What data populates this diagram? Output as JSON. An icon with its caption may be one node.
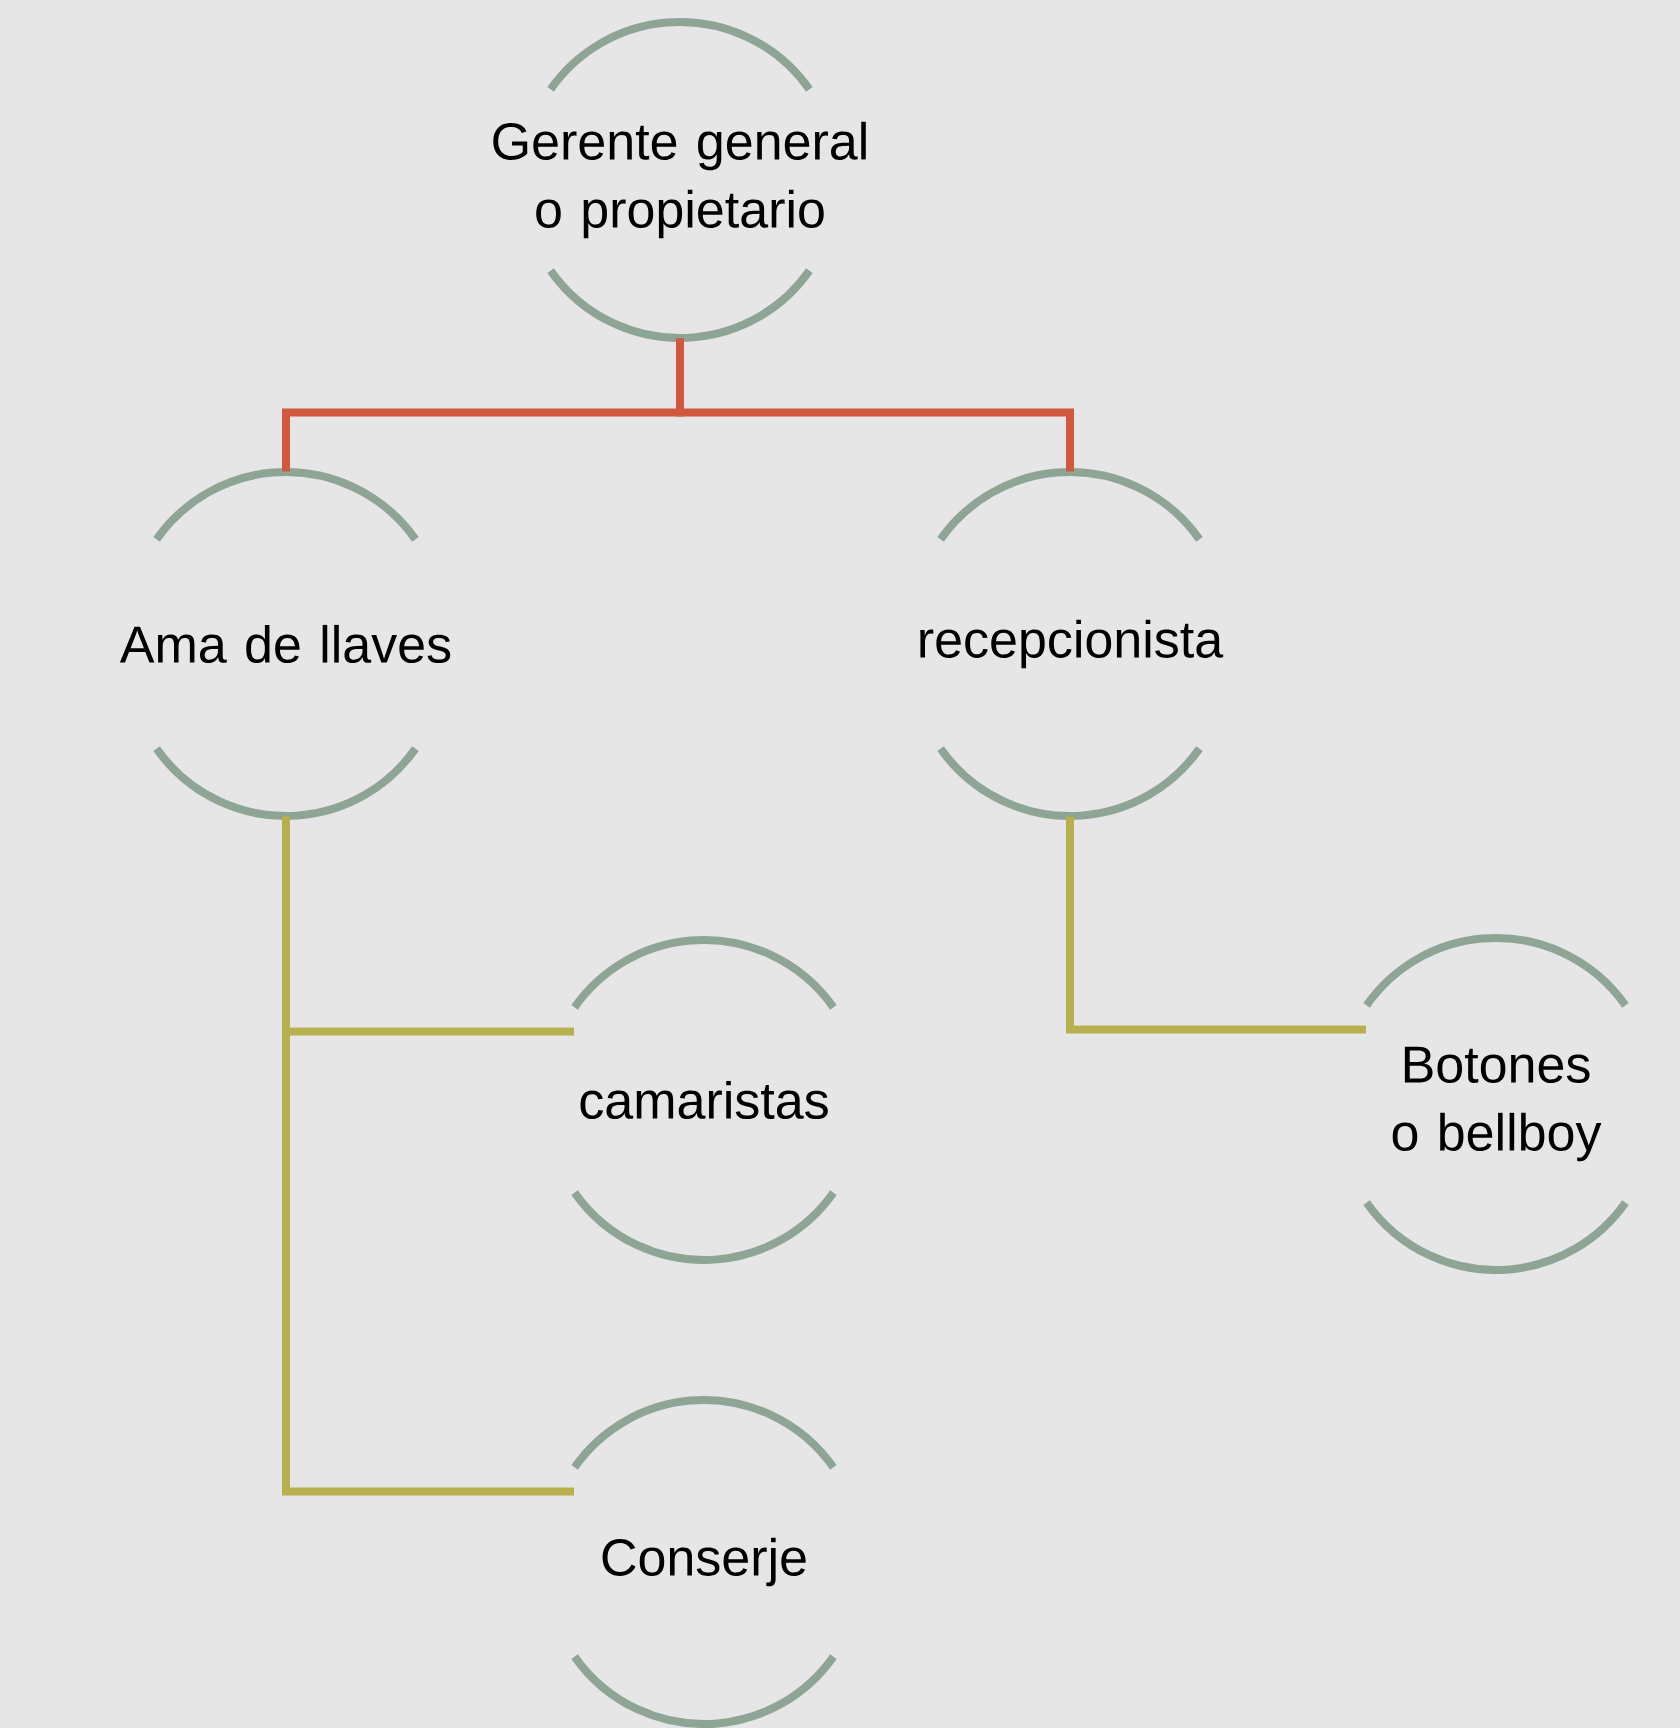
{
  "diagram": {
    "nodes": [
      {
        "text": [
          "Gerente general o propietario"
        ]
      },
      {
        "text": [
          "Ama de llaves"
        ]
      },
      {
        "text": [
          "recepcionista"
        ]
      },
      {
        "text": [
          "camaristas"
        ]
      },
      {
        "text": [
          "Botones o bellboy"
        ]
      },
      {
        "text": [
          "Conserje"
        ]
      }
    ],
    "edges": [
      {
        "from": 0,
        "to": 1,
        "arrow": "none",
        "color": "#d0583f"
      },
      {
        "from": 0,
        "to": 2,
        "arrow": "none",
        "color": "#d0583f"
      },
      {
        "from": 1,
        "to": 3,
        "arrow": "none"
      },
      {
        "from": 1,
        "to": 5,
        "arrow": "none"
      },
      {
        "from": 2,
        "to": 4,
        "arrow": "none"
      }
    ]
  }
}
